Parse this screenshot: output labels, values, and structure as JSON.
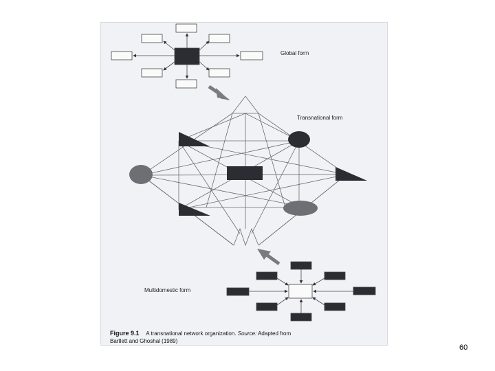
{
  "labels": {
    "global": "Global form",
    "transnational": "Transnational form",
    "multidomestic": "Multidomestic form"
  },
  "caption": {
    "figure": "Figure 9.1",
    "text": "A transnational network organization.",
    "source_label": "Source:",
    "source_text": "Adapted from",
    "source_line2": "Bartlett and Ghoshal (1989)"
  },
  "page_number": "60",
  "colors": {
    "background": "#f1f2f5",
    "dark_node": "#2b2d33",
    "grey_node": "#6d6f74",
    "arrow": "#7a7b7f",
    "line": "#6a6b70"
  }
}
